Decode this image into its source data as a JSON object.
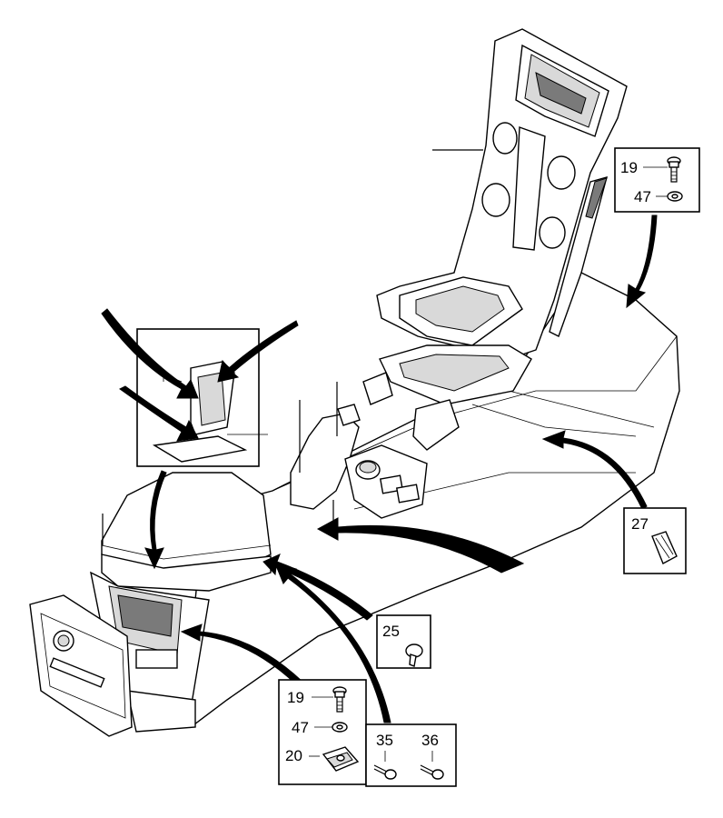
{
  "callouts": {
    "box_top_right": {
      "items": [
        {
          "label": "19",
          "icon": "bolt-icon"
        },
        {
          "label": "47",
          "icon": "washer-icon"
        }
      ]
    },
    "box_27": {
      "label": "27",
      "icon": "clip-icon"
    },
    "box_25": {
      "label": "25",
      "icon": "plug-icon"
    },
    "box_bottom_center": {
      "items": [
        {
          "label": "19",
          "icon": "bolt-icon"
        },
        {
          "label": "47",
          "icon": "washer-icon"
        },
        {
          "label": "20",
          "icon": "nut-clip-icon"
        }
      ]
    },
    "box_screws": {
      "items": [
        {
          "label": "35",
          "icon": "screw-icon"
        },
        {
          "label": "36",
          "icon": "screw-icon"
        }
      ]
    }
  }
}
